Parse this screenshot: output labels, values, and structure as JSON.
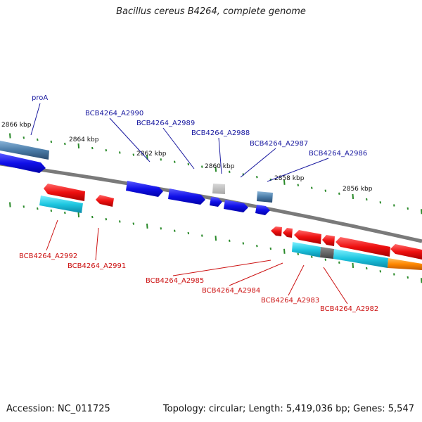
{
  "title": "Bacillus cereus B4264, complete genome",
  "footer": {
    "accession": "Accession: NC_011725",
    "topology": "Topology: circular; Length: 5,419,036 bp; Genes: 5,547"
  },
  "colors": {
    "backbone": "#7a7a7a",
    "tick": "#2a8a2a",
    "label_forward": "#1a1aa0",
    "label_reverse": "#cc1111",
    "blue_gene": "#1515e0",
    "red_gene": "#ee1010",
    "cyan_feature": "#20c8d8",
    "steel_feature": "#4a7ca8",
    "gray_feature": "#8c8c8c",
    "orange_feature": "#ff8800"
  },
  "scale_labels": [
    "2866 kbp",
    "2864 kbp",
    "2862 kbp",
    "2860 kbp",
    "2858 kbp",
    "2856 kbp"
  ],
  "forward_labels": [
    "proA",
    "BCB4264_A2990",
    "BCB4264_A2989",
    "BCB4264_A2988",
    "BCB4264_A2987",
    "BCB4264_A2986"
  ],
  "reverse_labels": [
    "BCB4264_A2992",
    "BCB4264_A2991",
    "BCB4264_A2985",
    "BCB4264_A2984",
    "BCB4264_A2983",
    "BCB4264_A2982"
  ]
}
